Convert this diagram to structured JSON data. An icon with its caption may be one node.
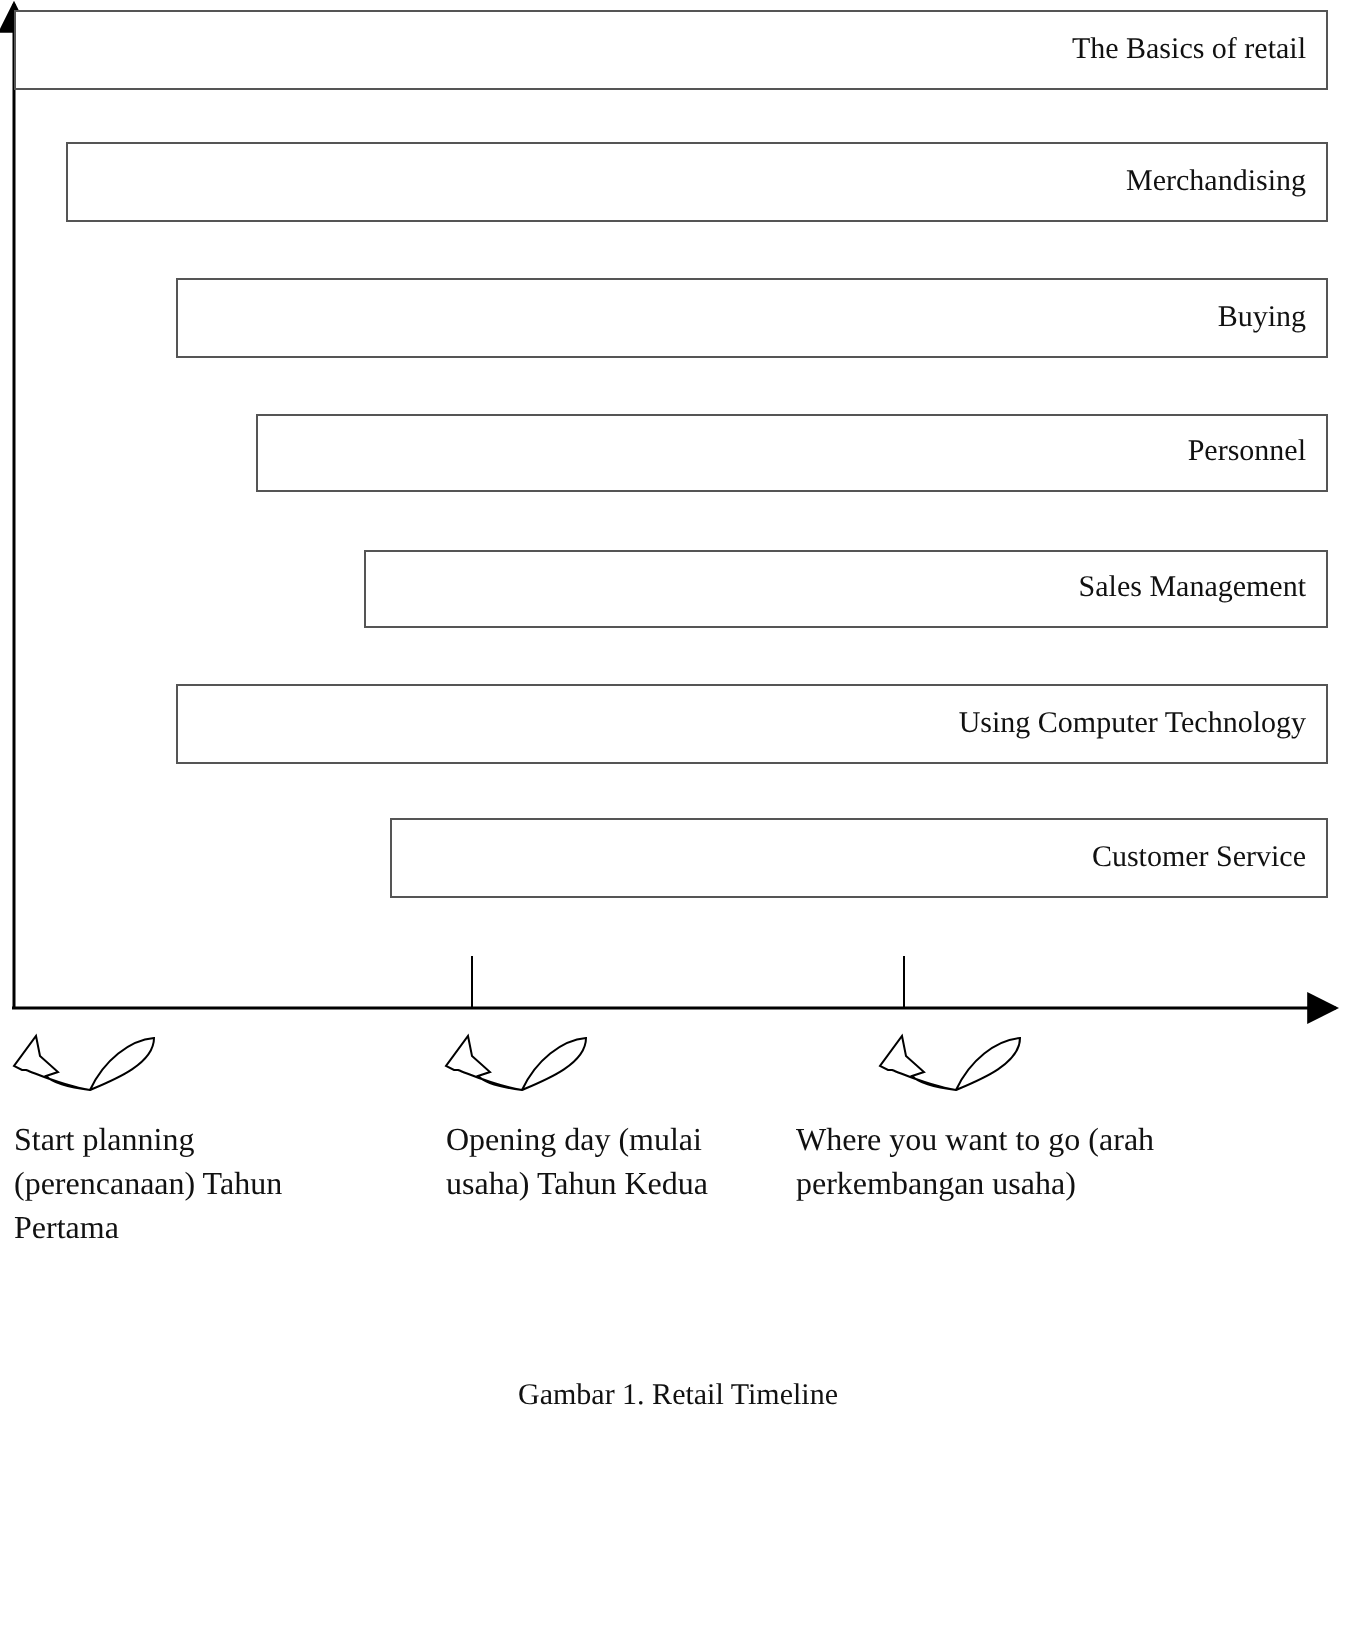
{
  "diagram": {
    "caption": "Gambar 1. Retail Timeline",
    "nodes": [
      {
        "text": [
          "The Basics of retail"
        ]
      },
      {
        "text": [
          "Merchandising"
        ]
      },
      {
        "text": [
          "Buying"
        ]
      },
      {
        "text": [
          "Personnel"
        ]
      },
      {
        "text": [
          "Sales Management"
        ]
      },
      {
        "text": [
          "Using Computer Technology"
        ]
      },
      {
        "text": [
          "Customer Service"
        ]
      }
    ],
    "labels": [
      "Start planning (perencanaan) Tahun Pertama",
      "Opening day (mulai usaha) Tahun Kedua",
      "Where you want to go (arah perkembangan usaha)"
    ]
  }
}
